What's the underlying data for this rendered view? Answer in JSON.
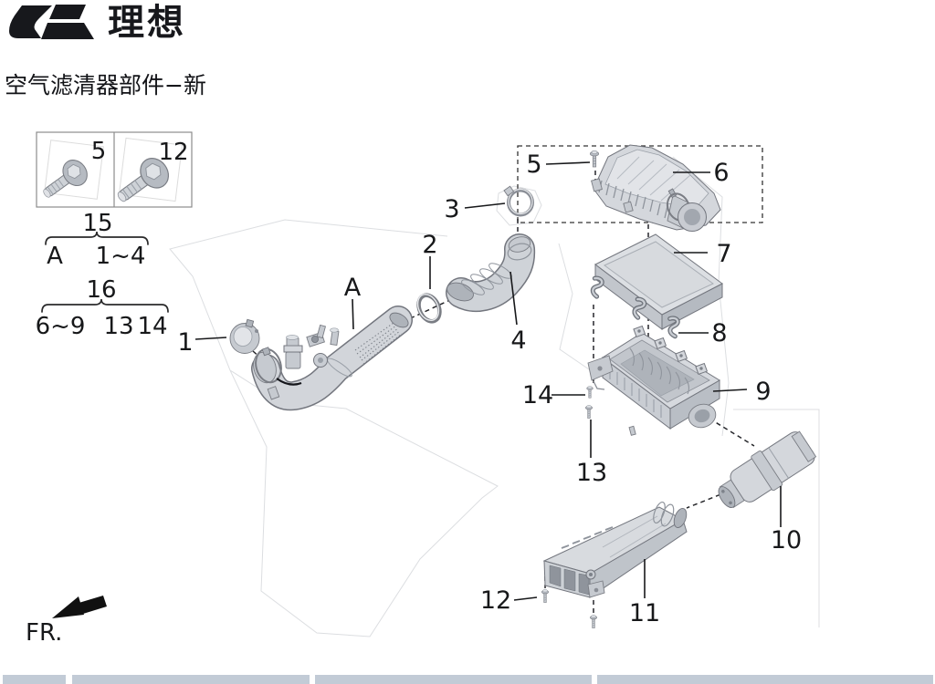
{
  "header": {
    "logo_text": "理想",
    "page_title": "空气滤清器部件−新"
  },
  "legend": {
    "small_screw_label": "5",
    "large_screw_label": "12",
    "group15": {
      "label": "15",
      "member_a": "A",
      "member_range": "1~4"
    },
    "group16": {
      "label": "16",
      "member_range": "6~9",
      "member_13": "13",
      "member_14": "14"
    }
  },
  "callouts": {
    "n1": "1",
    "n2": "2",
    "n3": "3",
    "n4": "4",
    "n5": "5",
    "n6": "6",
    "n7": "7",
    "n8": "8",
    "n9": "9",
    "n10": "10",
    "n11": "11",
    "n12": "12",
    "n13": "13",
    "n14": "14",
    "nA": "A"
  },
  "direction_indicator": {
    "label": "FR."
  },
  "colors": {
    "brand_dark": "#17181c",
    "table_header_bar": "#c2cbd6",
    "callout_text": "#17181a"
  }
}
